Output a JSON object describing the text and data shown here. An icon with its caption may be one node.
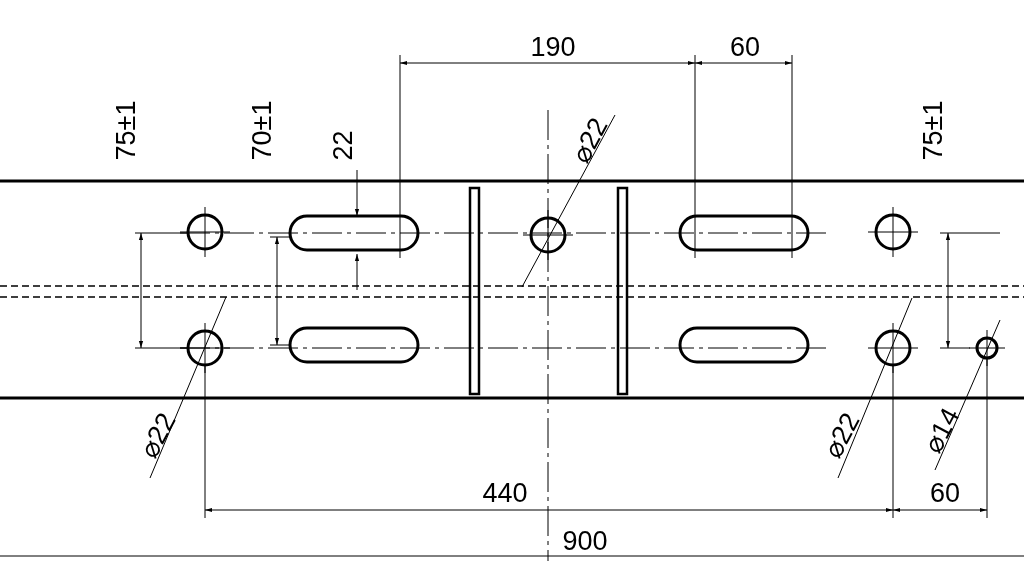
{
  "diagram": {
    "labels": [
      "190",
      "60",
      "75±1",
      "70±1",
      "22",
      "⌀22",
      "75±1",
      "⌀22",
      "⌀22",
      "⌀14",
      "440",
      "60",
      "900"
    ]
  }
}
